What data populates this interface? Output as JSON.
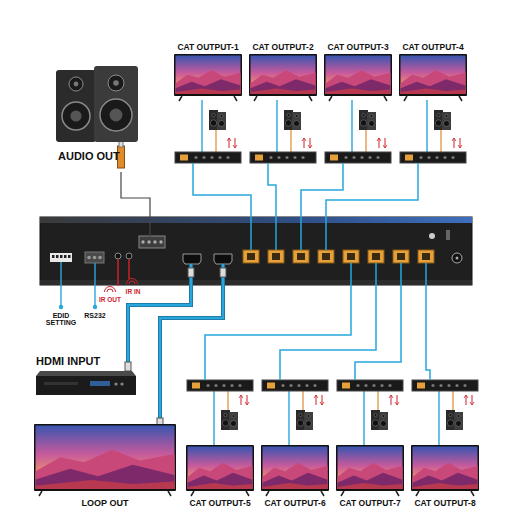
{
  "diagram": {
    "nodes": [
      {
        "text": [
          "CAT OUTPUT-1"
        ]
      },
      {
        "text": [
          "CAT OUTPUT-2"
        ]
      },
      {
        "text": [
          "CAT OUTPUT-3"
        ]
      },
      {
        "text": [
          "CAT OUTPUT-4"
        ]
      },
      {
        "text": [
          "AUDIO OUT"
        ]
      },
      {
        "text": [
          "HDMI INPUT"
        ]
      },
      {
        "text": [
          "LOOP OUT"
        ]
      },
      {
        "text": [
          "CAT OUTPUT-5"
        ]
      },
      {
        "text": [
          "CAT OUTPUT-6"
        ]
      },
      {
        "text": [
          "CAT OUTPUT-7"
        ]
      },
      {
        "text": [
          "CAT OUTPUT-8"
        ]
      }
    ],
    "labels": [
      "EDID SETTING",
      "RS232",
      "IR OUT",
      "IR IN"
    ]
  }
}
